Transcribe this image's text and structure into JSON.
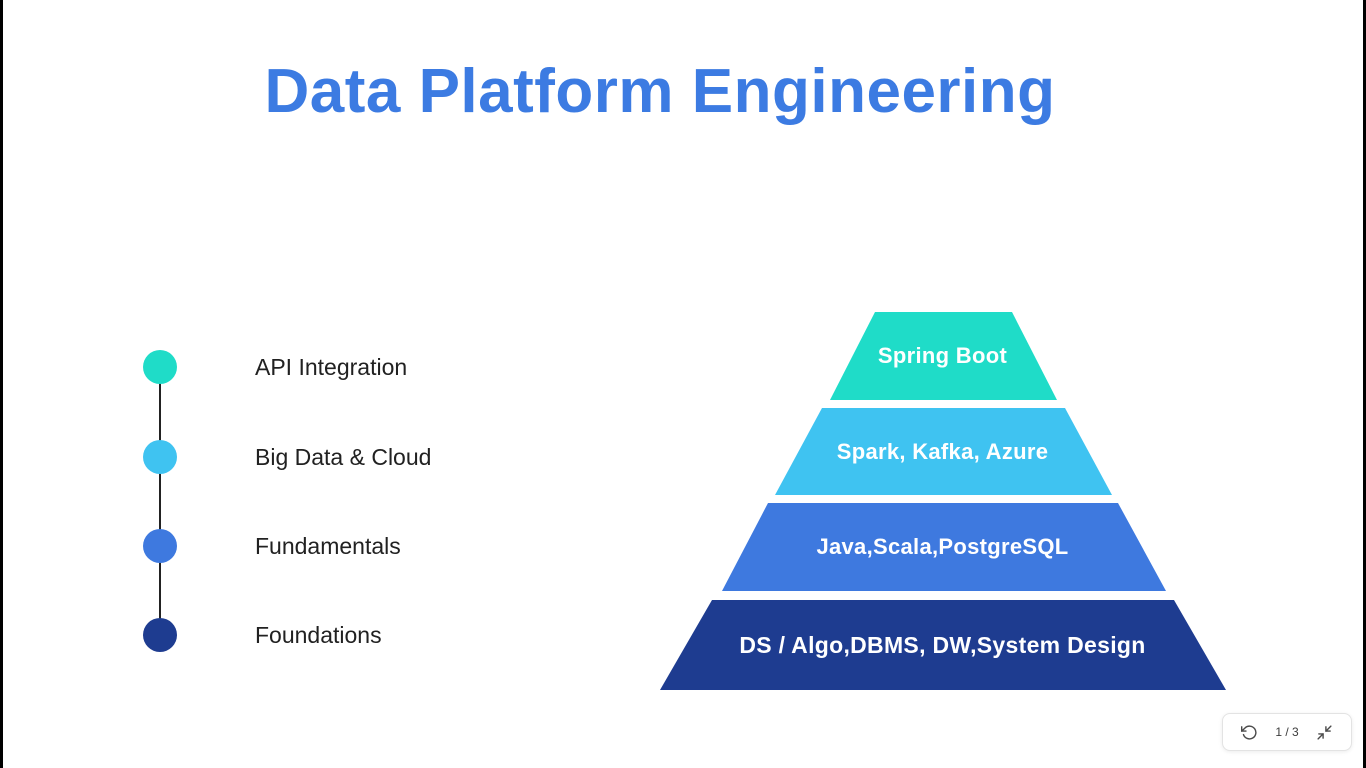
{
  "page": {
    "title": "Data Platform Engineering",
    "title_color": "#3c7be2",
    "background": "#ffffff",
    "edge_color": "#000000"
  },
  "timeline": {
    "connector_color": "#222222",
    "label_color": "#212121",
    "items": [
      {
        "label": "API Integration",
        "color": "#1fdcc8"
      },
      {
        "label": "Big Data & Cloud",
        "color": "#3fc3f1"
      },
      {
        "label": "Fundamentals",
        "color": "#3e79df"
      },
      {
        "label": "Foundations",
        "color": "#1e3c90"
      }
    ]
  },
  "pyramid": {
    "text_color": "#ffffff",
    "layers": [
      {
        "label": "Spring Boot",
        "color": "#1fdcc8"
      },
      {
        "label": "Spark, Kafka, Azure",
        "color": "#3fc3f1"
      },
      {
        "label": "Java,Scala,PostgreSQL",
        "color": "#3e79df"
      },
      {
        "label": "DS / Algo,DBMS, DW,System Design",
        "color": "#1e3c90"
      }
    ]
  },
  "toolbar": {
    "page_indicator": "1 / 3",
    "reset_icon": "rotate-ccw",
    "minimize_icon": "collapse-view"
  }
}
